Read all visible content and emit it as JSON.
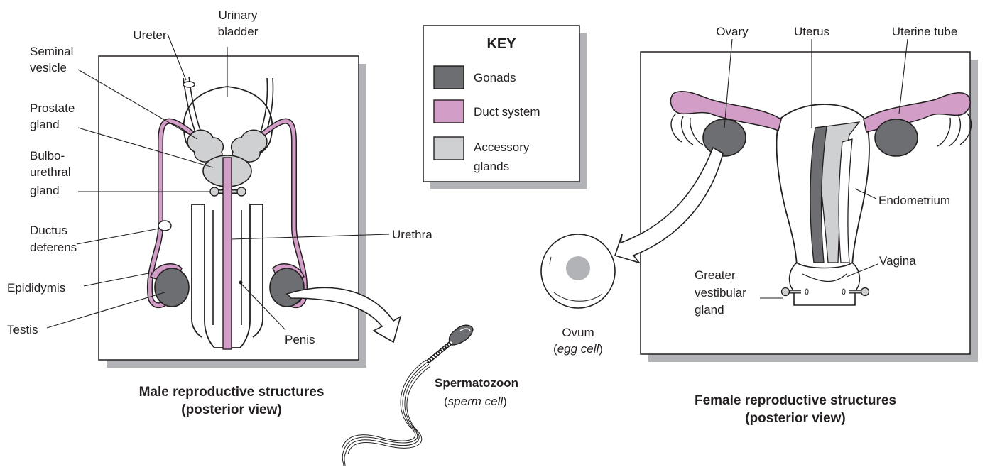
{
  "colors": {
    "gonads": "#6d6e71",
    "duct": "#d29ec8",
    "accessory": "#cfd0d2",
    "outline": "#231f20",
    "shadow": "#b1b3b6"
  },
  "key": {
    "title": "KEY",
    "gonads": "Gonads",
    "duct": "Duct system",
    "accessory_line1": "Accessory",
    "accessory_line2": "glands"
  },
  "male": {
    "ureter": "Ureter",
    "urinary_bladder_1": "Urinary",
    "urinary_bladder_2": "bladder",
    "seminal_vesicle_1": "Seminal",
    "seminal_vesicle_2": "vesicle",
    "prostate_1": "Prostate",
    "prostate_2": "gland",
    "bulbo_1": "Bulbo-",
    "bulbo_2": "urethral",
    "bulbo_3": "gland",
    "ductus_1": "Ductus",
    "ductus_2": "deferens",
    "epididymis": "Epididymis",
    "testis": "Testis",
    "urethra": "Urethra",
    "penis": "Penis",
    "title_1": "Male reproductive structures",
    "title_2": "(posterior view)"
  },
  "sperm": {
    "name": "Spermatozoon",
    "paren_open": "(",
    "sub": "sperm cell",
    "paren_close": ")"
  },
  "ovum": {
    "name": "Ovum",
    "paren_open": "(",
    "sub": "egg cell",
    "paren_close": ")"
  },
  "female": {
    "ovary": "Ovary",
    "uterus": "Uterus",
    "uterine_tube": "Uterine tube",
    "endometrium": "Endometrium",
    "vagina": "Vagina",
    "greater_1": "Greater",
    "greater_2": "vestibular",
    "greater_3": "gland",
    "title_1": "Female reproductive structures",
    "title_2": "(posterior view)"
  }
}
